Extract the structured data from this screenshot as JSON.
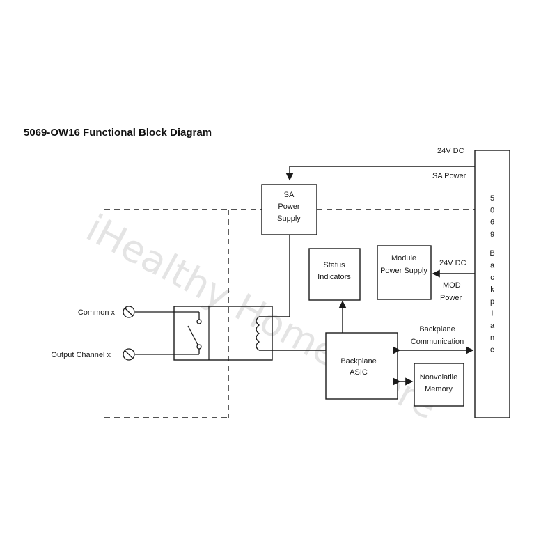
{
  "title": "5069-OW16 Functional Block Diagram",
  "watermark": "iHealthy Home Store",
  "labels": {
    "top_24v": "24V DC",
    "sa_power": "SA Power",
    "sa_supply": [
      "SA",
      "Power",
      "Supply"
    ],
    "status": [
      "Status",
      "Indicators"
    ],
    "module_supply": [
      "Module",
      "Power Supply"
    ],
    "mod_24v": "24V DC",
    "mod_power": [
      "MOD",
      "Power"
    ],
    "backplane_comm": [
      "Backplane",
      "Communication"
    ],
    "asic": [
      "Backplane",
      "ASIC"
    ],
    "nv_memory": [
      "Nonvolatile",
      "Memory"
    ],
    "common": "Common x",
    "output": "Output Channel x",
    "backplane_vertical": [
      "5",
      "0",
      "6",
      "9",
      "",
      "B",
      "a",
      "c",
      "k",
      "p",
      "l",
      "a",
      "n",
      "e"
    ]
  }
}
